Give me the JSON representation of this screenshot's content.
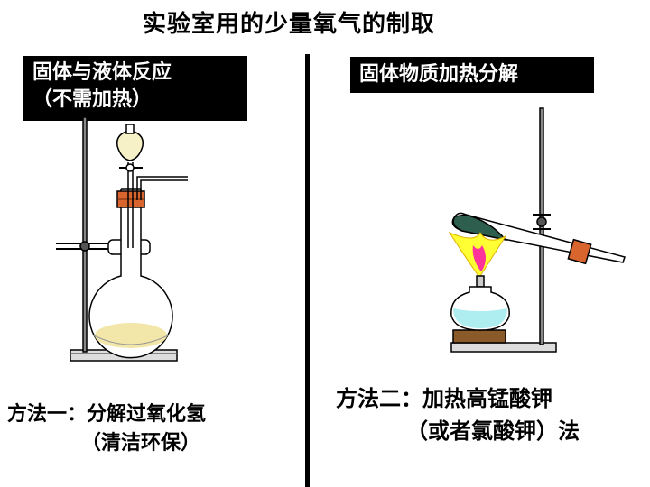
{
  "title": "实验室用的少量氧气的制取",
  "left_panel": {
    "box_line1": "固体与液体反应",
    "box_line2": "（不需加热）",
    "method_line1": "方法一：分解过氧化氢",
    "method_line2": "（清洁环保）"
  },
  "right_panel": {
    "box_line1": "固体物质加热分解",
    "method_line1": "方法二：加热高锰酸钾",
    "method_line2": "（或者氯酸钾）法"
  },
  "colors": {
    "liquid": "#f2e6a8",
    "stopper": "#d9652e",
    "flame_outer": "#ffff33",
    "flame_inner": "#ff3399",
    "lamp_liquid": "#aeeef0",
    "base": "#8a5a2b",
    "reagent": "#2e5e4e"
  }
}
